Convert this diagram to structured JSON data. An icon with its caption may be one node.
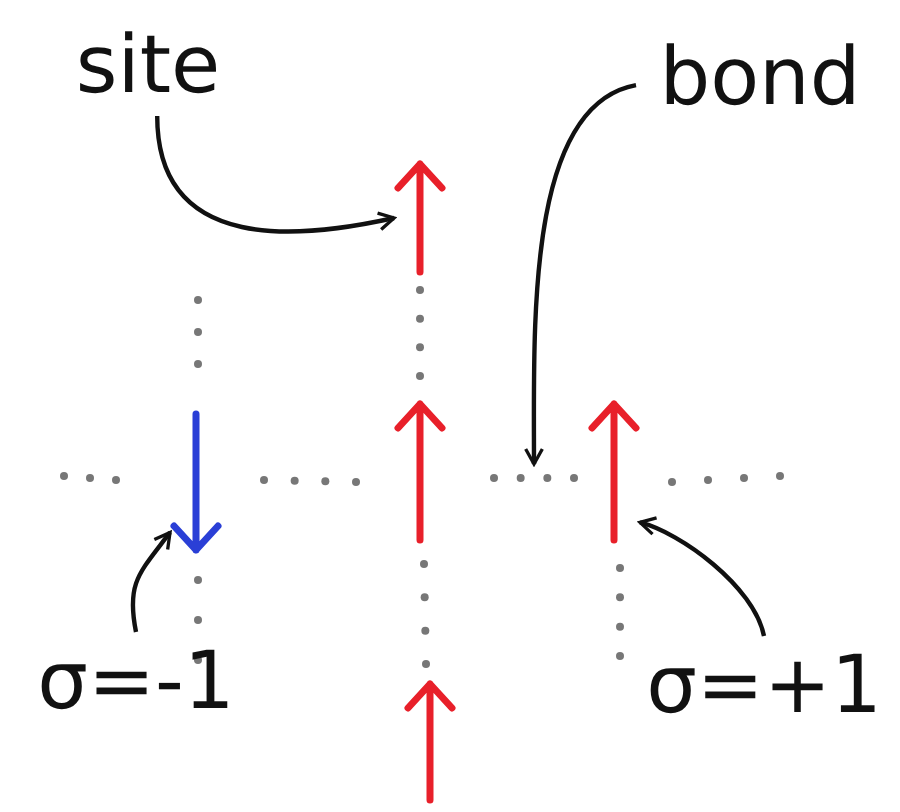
{
  "diagram": {
    "nodes": [
      {
        "text": [
          "site"
        ]
      },
      {
        "text": [
          "bond"
        ]
      },
      {
        "text": [],
        "shape": "arrow"
      },
      {
        "text": [],
        "shape": "arrow"
      },
      {
        "text": [],
        "shape": "arrow"
      },
      {
        "text": [],
        "shape": "line"
      },
      {
        "text": [],
        "shape": "arrow"
      },
      {
        "text": [
          "σ=-1"
        ]
      },
      {
        "text": [
          "σ=+1"
        ]
      },
      {
        "text": [],
        "shape": "arrow"
      }
    ],
    "edges": [
      {
        "from": 0,
        "to": 2,
        "arrow": "to"
      },
      {
        "from": 1,
        "to": 5,
        "arrow": "to"
      },
      {
        "from": 7,
        "to": 3,
        "arrow": "to"
      },
      {
        "from": 8,
        "to": 6,
        "arrow": "to"
      }
    ]
  }
}
